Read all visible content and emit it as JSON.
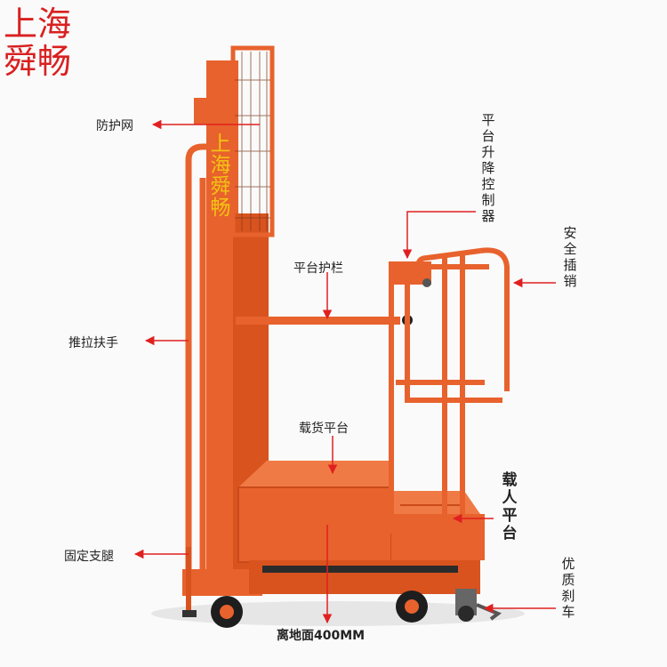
{
  "brand": {
    "line1": "上海",
    "line2": "舜畅"
  },
  "mast_text": "上海舜畅",
  "labels": {
    "guard_net": "防护网",
    "platform_control": "平台升降控制器",
    "safety_pin": "安全插销",
    "platform_rail": "平台护栏",
    "push_handle": "推拉扶手",
    "cargo_platform": "载货平台",
    "person_platform": "载人平台",
    "fixed_leg": "固定支腿",
    "brake": "优质刹车",
    "ground_clearance": "离地面400MM"
  },
  "colors": {
    "machine": "#e8622d",
    "machine_dark": "#c94a1a",
    "annotation": "#e02020",
    "brand": "#d92020"
  }
}
